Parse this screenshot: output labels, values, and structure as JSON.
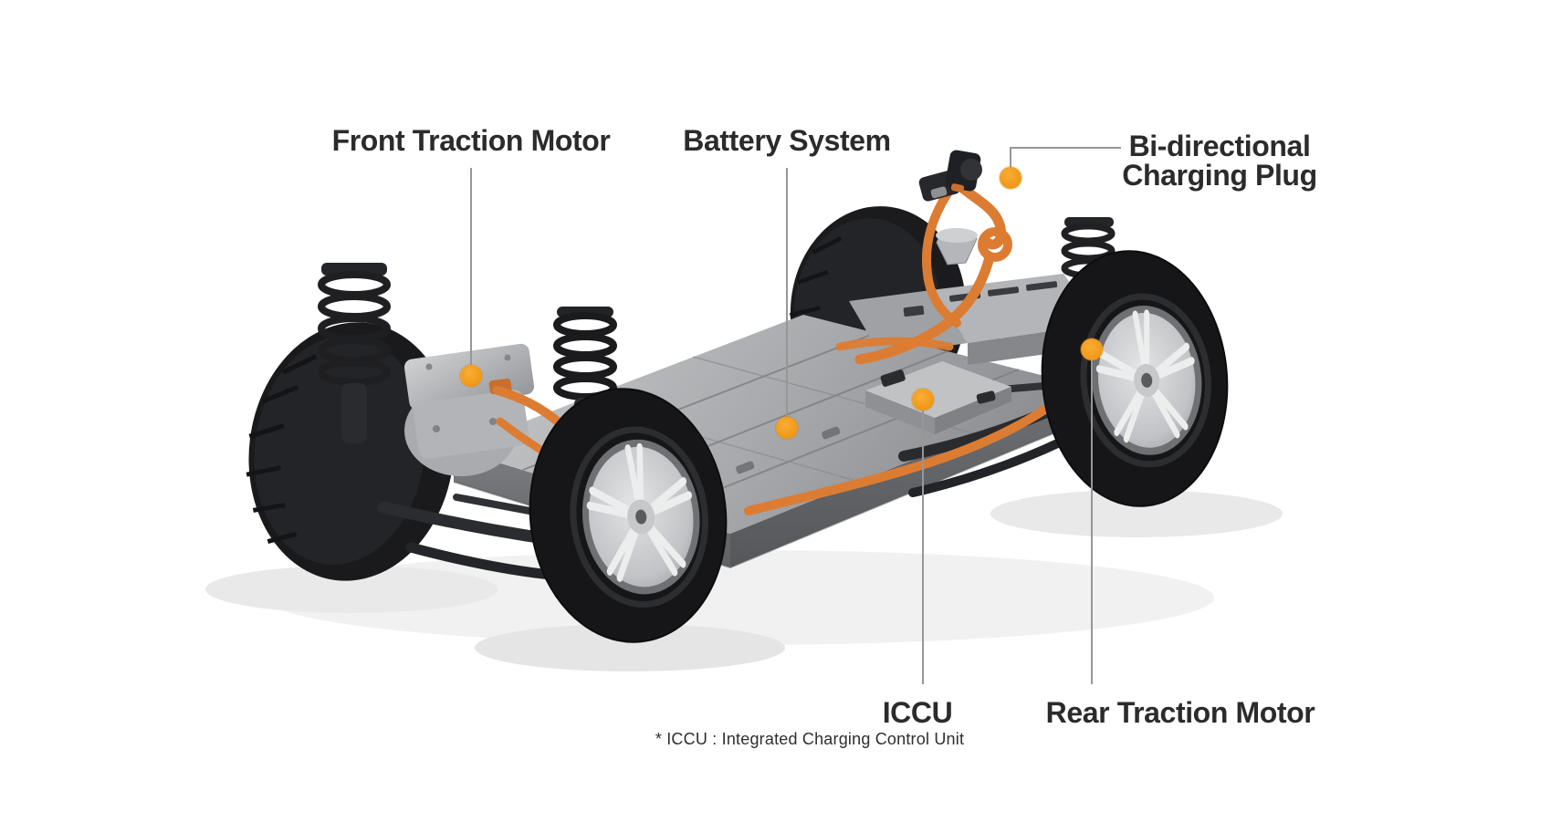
{
  "colors": {
    "background": "#ffffff",
    "accent_orange": "#F29C1C",
    "label_text": "#2B2B2B",
    "leader_line": "#979797"
  },
  "illustration": {
    "name": "ev-skateboard-platform-chassis"
  },
  "callouts": {
    "front": {
      "label": "Front Traction Motor"
    },
    "battery": {
      "label": "Battery System"
    },
    "bidir": {
      "line1": "Bi-directional",
      "line2": "Charging Plug"
    },
    "iccu": {
      "label": "ICCU"
    },
    "rear": {
      "label": "Rear Traction Motor"
    }
  },
  "footnote": {
    "text": "* ICCU : Integrated Charging Control Unit"
  }
}
